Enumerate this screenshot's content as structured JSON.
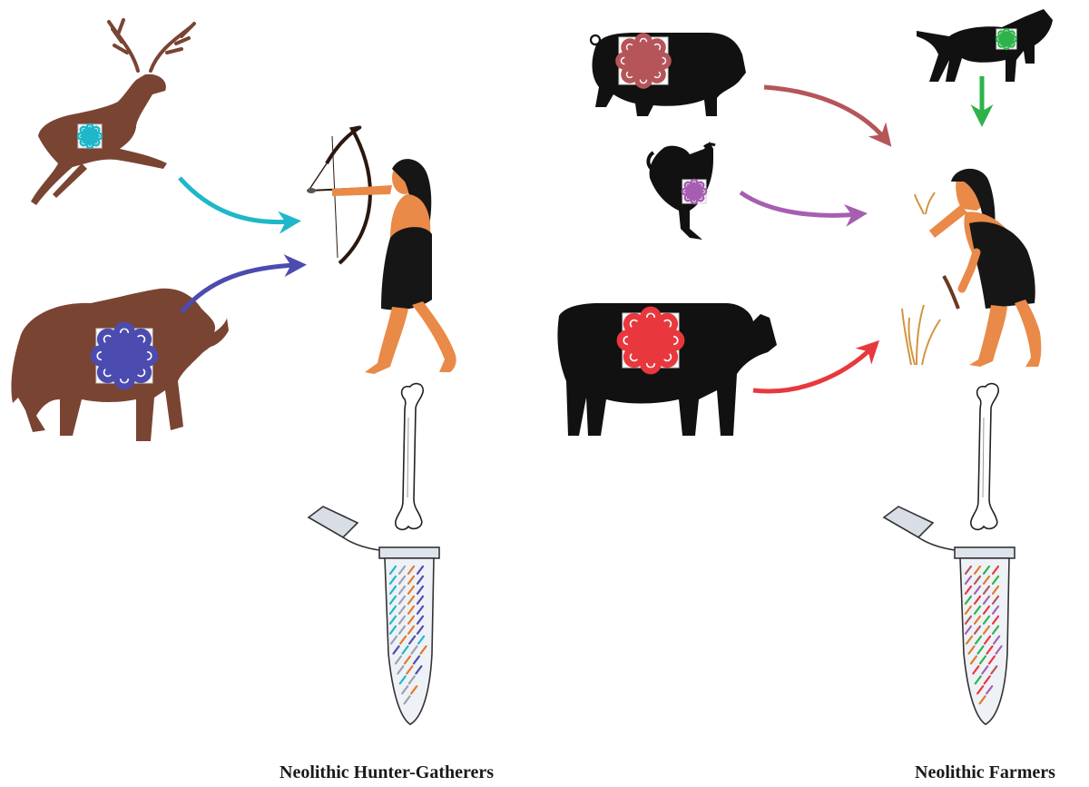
{
  "captions": {
    "hunter_gatherers": "Neolithic Hunter-Gatherers",
    "farmers": "Neolithic Farmers"
  },
  "colors": {
    "wild_animal": "#7a4433",
    "domestic_animal": "#111111",
    "skin": "#e98a48",
    "garment": "#161616",
    "deer_virus": "#1fb7c9",
    "bison_virus": "#4b4bb0",
    "pig_virus": "#b5555a",
    "chicken_virus": "#a65fb0",
    "cow_virus": "#e8383d",
    "dog_virus": "#2db34a",
    "tube_stripe_hg": [
      "#e07a2a",
      "#4b4bb0",
      "#1fb7c9",
      "#9aa0b0"
    ],
    "tube_stripe_f": [
      "#e8383d",
      "#e07a2a",
      "#a65fb0",
      "#2db34a",
      "#b5555a"
    ]
  },
  "icons": {
    "deer": "deer-silhouette",
    "bison": "bison-silhouette",
    "pig": "pig-silhouette",
    "chicken": "chicken-silhouette",
    "cow": "cow-silhouette",
    "dog": "dog-silhouette",
    "hunter": "hunter-archer-figure",
    "farmer": "farmer-harvesting-figure",
    "bone": "femur-bone-icon",
    "tube": "microcentrifuge-tube-icon",
    "virus": "virus-icon"
  }
}
